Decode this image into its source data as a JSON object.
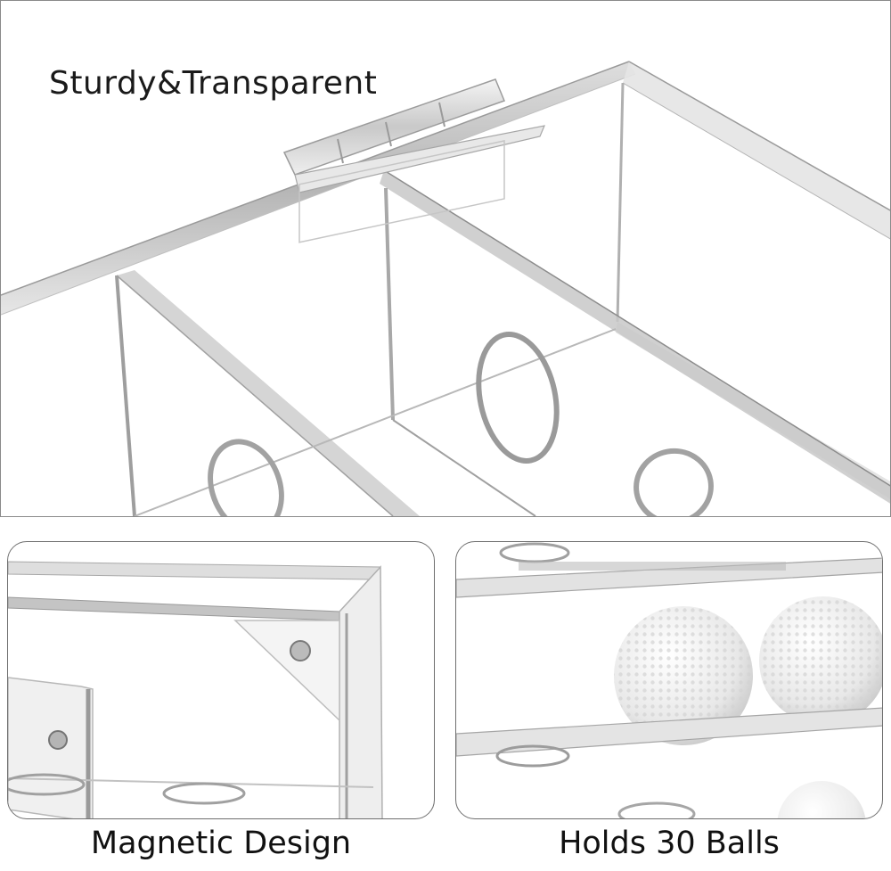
{
  "headline": "Sturdy&Transparent",
  "captions": {
    "left": "Magnetic Design",
    "right": "Holds 30 Balls"
  },
  "colors": {
    "edge": "#b9b9b9",
    "edge_dark": "#8c8c8c",
    "text": "#1a1a1a",
    "border": "#6f6f6f"
  }
}
